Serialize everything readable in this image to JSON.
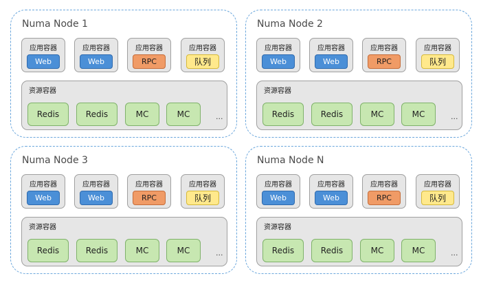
{
  "nodes": [
    {
      "title": "Numa Node 1",
      "apps": [
        {
          "label": "应用容器",
          "service": "Web",
          "kind": "web"
        },
        {
          "label": "应用容器",
          "service": "Web",
          "kind": "web"
        },
        {
          "label": "应用容器",
          "service": "RPC",
          "kind": "rpc"
        },
        {
          "label": "应用容器",
          "service": "队列",
          "kind": "queue"
        }
      ],
      "resource": {
        "label": "资源容器",
        "items": [
          "Redis",
          "Redis",
          "MC",
          "MC"
        ],
        "more": "..."
      }
    },
    {
      "title": "Numa Node 2",
      "apps": [
        {
          "label": "应用容器",
          "service": "Web",
          "kind": "web"
        },
        {
          "label": "应用容器",
          "service": "Web",
          "kind": "web"
        },
        {
          "label": "应用容器",
          "service": "RPC",
          "kind": "rpc"
        },
        {
          "label": "应用容器",
          "service": "队列",
          "kind": "queue"
        }
      ],
      "resource": {
        "label": "资源容器",
        "items": [
          "Redis",
          "Redis",
          "MC",
          "MC"
        ],
        "more": "..."
      }
    },
    {
      "title": "Numa Node 3",
      "apps": [
        {
          "label": "应用容器",
          "service": "Web",
          "kind": "web"
        },
        {
          "label": "应用容器",
          "service": "Web",
          "kind": "web"
        },
        {
          "label": "应用容器",
          "service": "RPC",
          "kind": "rpc"
        },
        {
          "label": "应用容器",
          "service": "队列",
          "kind": "queue"
        }
      ],
      "resource": {
        "label": "资源容器",
        "items": [
          "Redis",
          "Redis",
          "MC",
          "MC"
        ],
        "more": "..."
      }
    },
    {
      "title": "Numa Node N",
      "apps": [
        {
          "label": "应用容器",
          "service": "Web",
          "kind": "web"
        },
        {
          "label": "应用容器",
          "service": "Web",
          "kind": "web"
        },
        {
          "label": "应用容器",
          "service": "RPC",
          "kind": "rpc"
        },
        {
          "label": "应用容器",
          "service": "队列",
          "kind": "queue"
        }
      ],
      "resource": {
        "label": "资源容器",
        "items": [
          "Redis",
          "Redis",
          "MC",
          "MC"
        ],
        "more": "..."
      }
    }
  ]
}
